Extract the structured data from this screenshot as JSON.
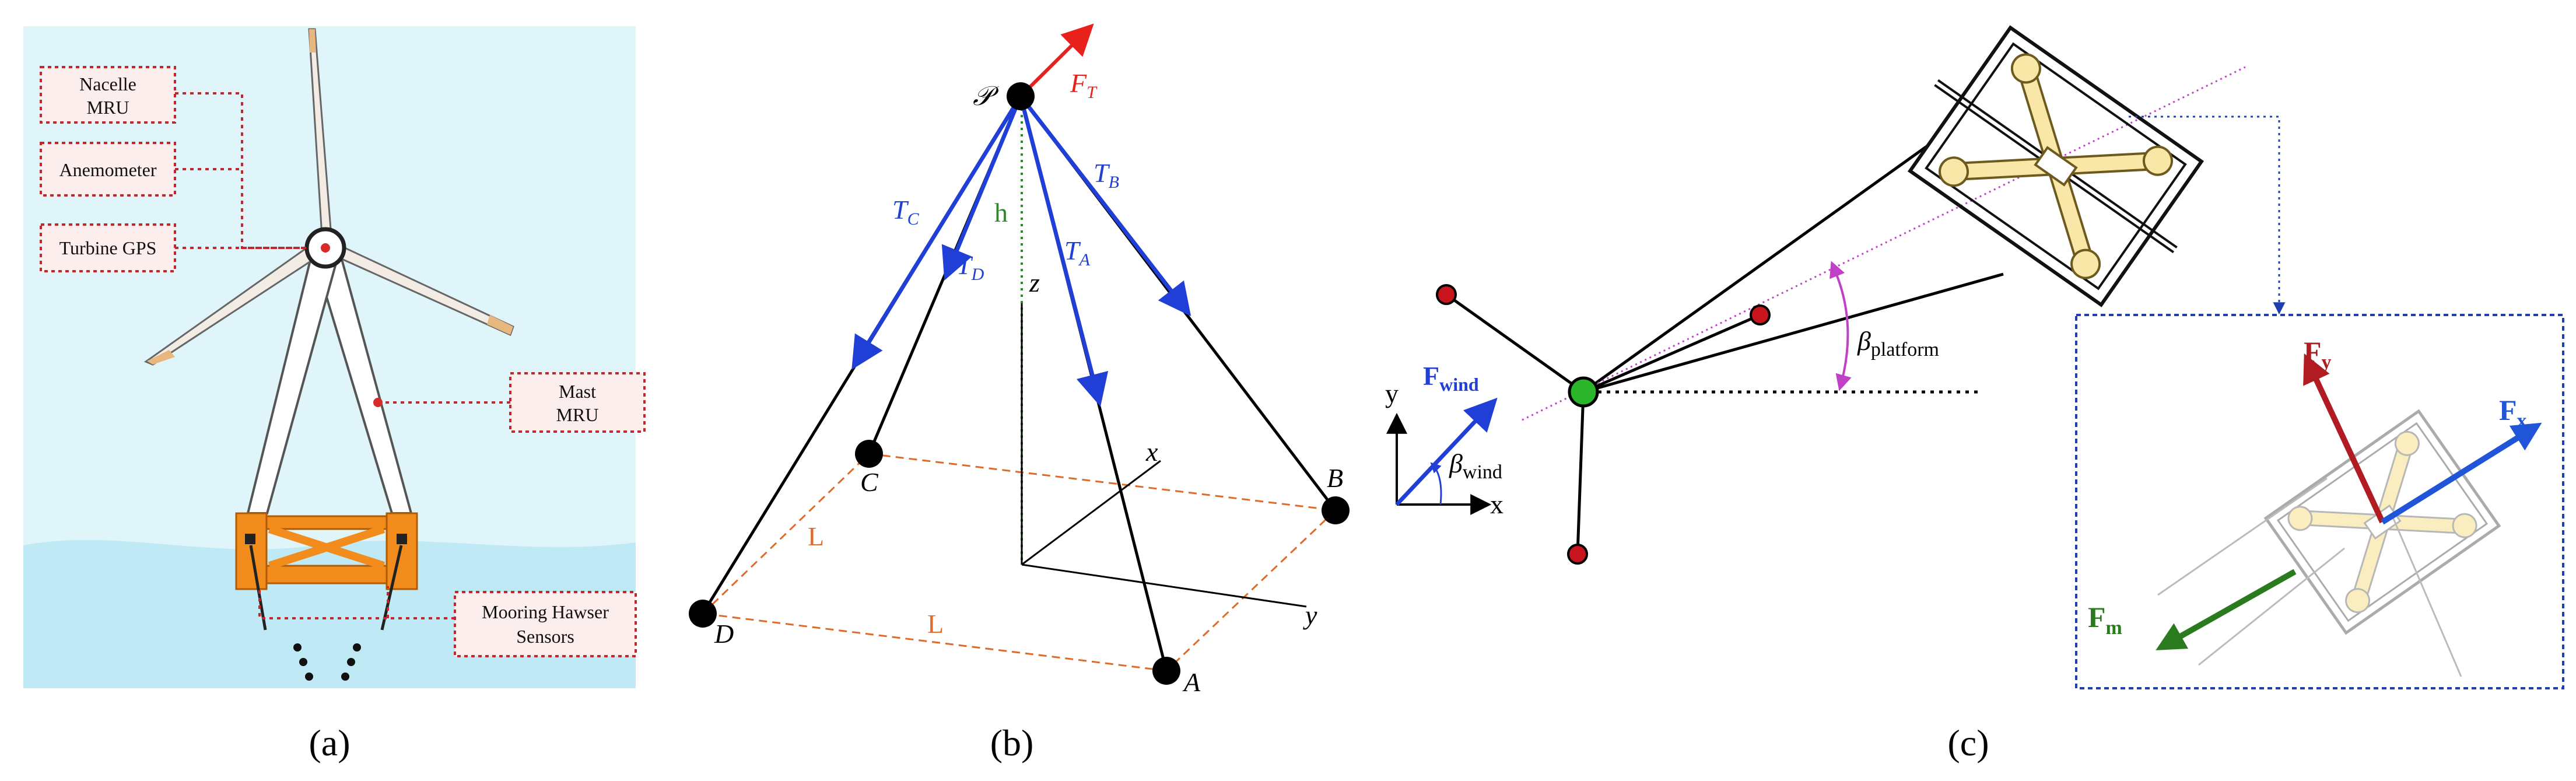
{
  "panel_a": {
    "caption": "(a)",
    "labels": {
      "nacelle_mru": [
        "Nacelle",
        "MRU"
      ],
      "anemometer": "Anemometer",
      "turbine_gps": "Turbine GPS",
      "mast_mru": [
        "Mast",
        "MRU"
      ],
      "mooring_sensors": [
        "Mooring Hawser",
        "Sensors"
      ]
    },
    "colors": {
      "sky": "#dff5f9",
      "water": "#bfeaf5",
      "frame": "#f28c1c",
      "callout": "#c0282d",
      "callout_fill": "#fdeeee"
    }
  },
  "panel_b": {
    "caption": "(b)",
    "points": {
      "P": "𝒫",
      "A": "A",
      "B": "B",
      "C": "C",
      "D": "D"
    },
    "forces": {
      "FT": "F",
      "FT_sub": "T",
      "TA": "T",
      "TA_sub": "A",
      "TB": "T",
      "TB_sub": "B",
      "TC": "T",
      "TC_sub": "C",
      "TD": "T",
      "TD_sub": "D"
    },
    "height_label": "h",
    "axes": {
      "x": "x",
      "y": "y",
      "z": "z"
    },
    "side_label_1": "L",
    "side_label_2": "L",
    "colors": {
      "tension": "#1f3fd6",
      "force": "#e8211c",
      "height": "#2a8a2a",
      "square": "#e06a2a"
    }
  },
  "panel_c": {
    "caption": "(c)",
    "wind_label": "F",
    "wind_sub": "wind",
    "beta_wind": "β",
    "beta_wind_sub": "wind",
    "beta_platform": "β",
    "beta_platform_sub": "platform",
    "axis_x": "x",
    "axis_y": "y",
    "inset_fx": "F",
    "inset_fx_sub": "x",
    "inset_fy": "F",
    "inset_fy_sub": "y",
    "inset_fm": "F",
    "inset_fm_sub": "m",
    "colors": {
      "wind": "#1f3fd6",
      "fy": "#b01c22",
      "fx": "#1f55d6",
      "fm": "#2a7a1e",
      "beta_arc": "#c040c8",
      "platform": "#f8e7a6",
      "mooring_node": "#c8141c",
      "center_node": "#2ab52a",
      "inset_border": "#1f3fb0"
    }
  }
}
